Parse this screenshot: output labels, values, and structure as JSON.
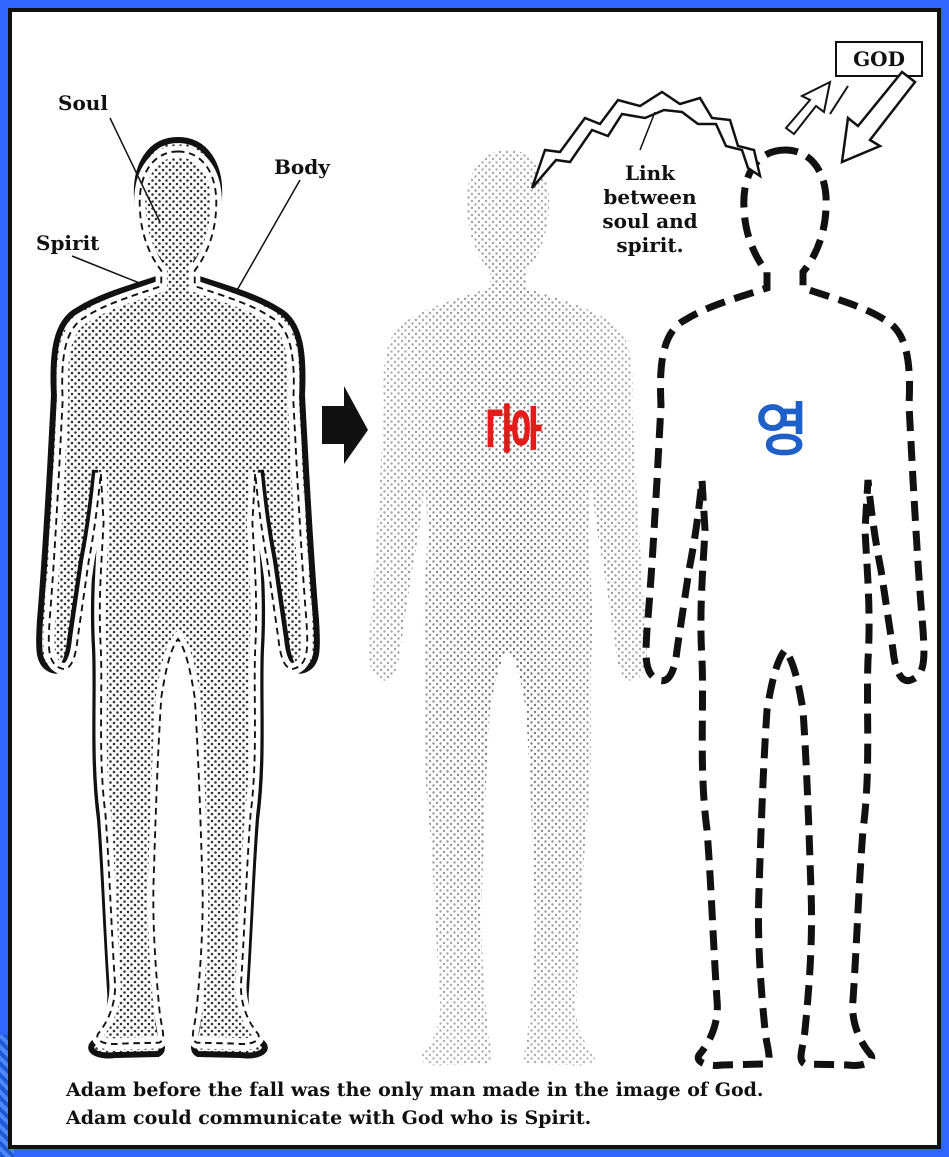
{
  "labels": {
    "soul": "Soul",
    "body": "Body",
    "spirit": "Spirit",
    "god": "GOD",
    "link_lines": [
      "Link",
      "between",
      "soul and",
      "spirit."
    ]
  },
  "korean": {
    "soul": "혼",
    "spirit": "영"
  },
  "caption": {
    "line1": "Adam before the fall was the only man made in the image of God.",
    "line2": "Adam could communicate with God who is Spirit."
  },
  "colors": {
    "frame": "#2f66ff",
    "soul_korean": "#e41b1b",
    "spirit_korean": "#1f5fc8",
    "ink": "#111111"
  },
  "icons": [
    "right-arrow-icon",
    "lightning-arc-icon",
    "up-arrow-icon",
    "down-arrow-icon"
  ]
}
